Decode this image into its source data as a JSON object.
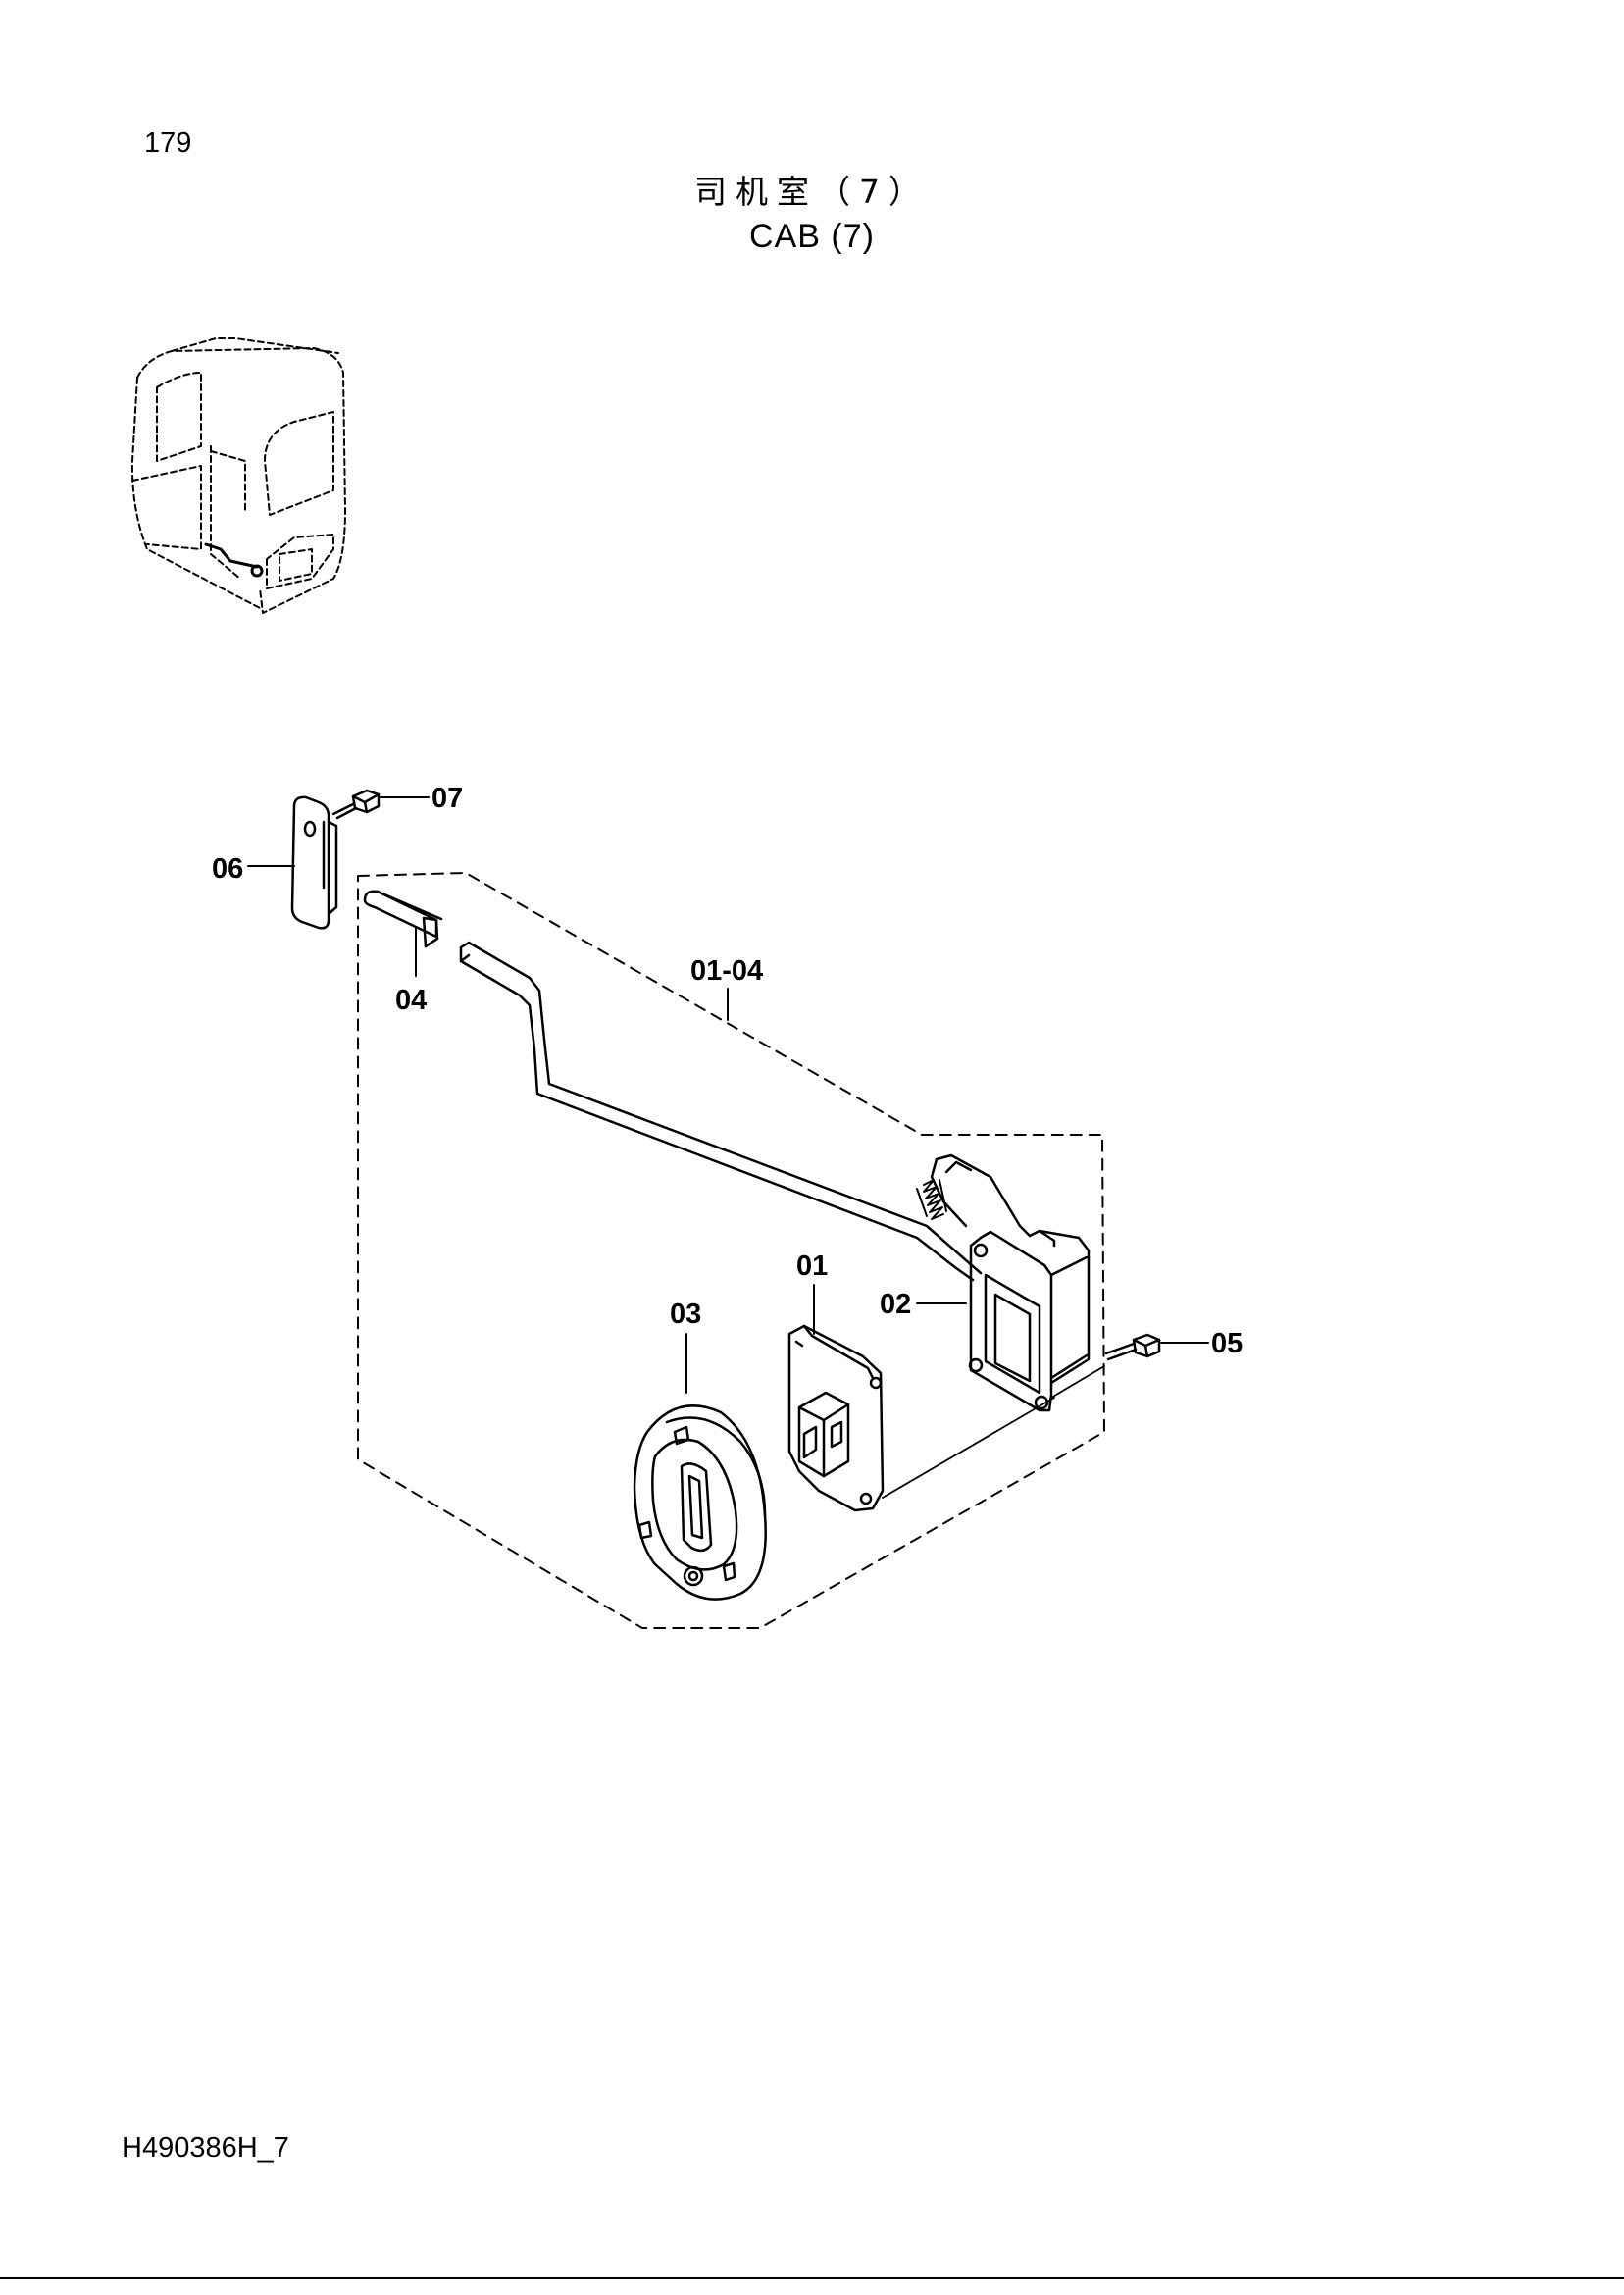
{
  "page": {
    "number": "179",
    "document_code": "H490386H_7"
  },
  "title": {
    "chinese": "司机室（7）",
    "english": "CAB (7)"
  },
  "callouts": {
    "c07": "07",
    "c06": "06",
    "c04": "04",
    "c0104": "01-04",
    "c01": "01",
    "c02": "02",
    "c03": "03",
    "c05": "05"
  }
}
